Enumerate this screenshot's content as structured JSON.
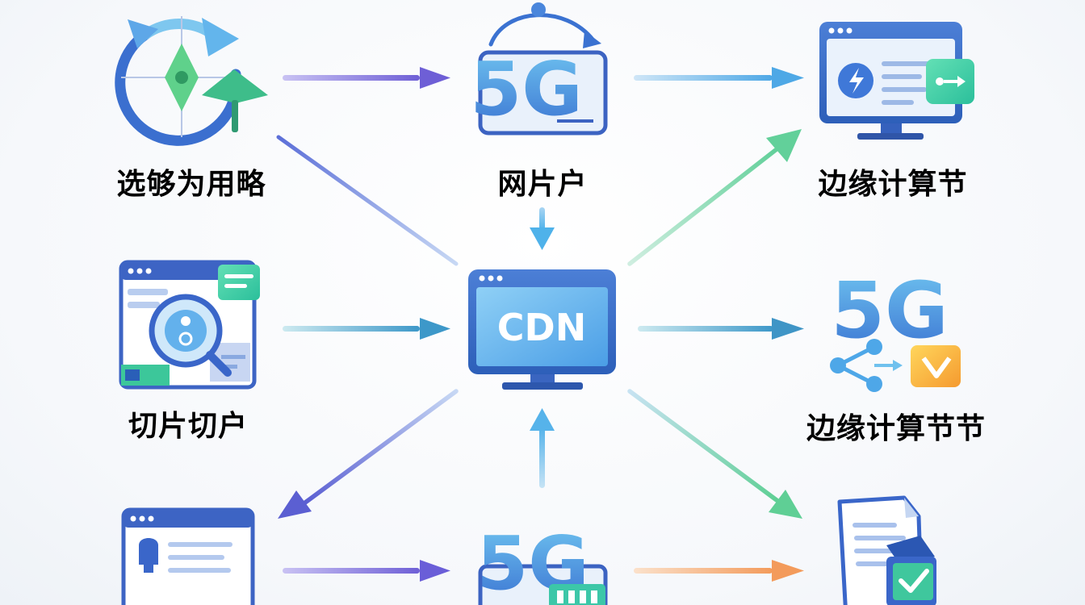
{
  "labels": {
    "top_left": "选够为用略",
    "top_middle": "网片户",
    "top_right": "边缘计算节",
    "middle_left": "切片切户",
    "middle_right": "边缘计算节节"
  },
  "center_node": {
    "text": "CDN"
  },
  "five_g": {
    "top": "5G",
    "right": "5G",
    "bottom": "5G"
  },
  "colors": {
    "blue_dark": "#3a66c9",
    "blue": "#4a8fe0",
    "sky": "#69b7ee",
    "purple": "#7d6fd8",
    "green": "#6fcf9a",
    "orange": "#f4a464",
    "screen": "#5fb0ec"
  },
  "icons": {
    "top_left": "target-strategy-icon",
    "top_middle": "5g-network-icon",
    "top_right": "edge-server-monitor-icon",
    "middle_left": "slice-search-window-icon",
    "center": "cdn-monitor-icon",
    "middle_right": "5g-share-icon",
    "bottom_left": "browser-window-icon",
    "bottom_middle": "5g-chip-icon",
    "bottom_right": "document-check-icon"
  }
}
